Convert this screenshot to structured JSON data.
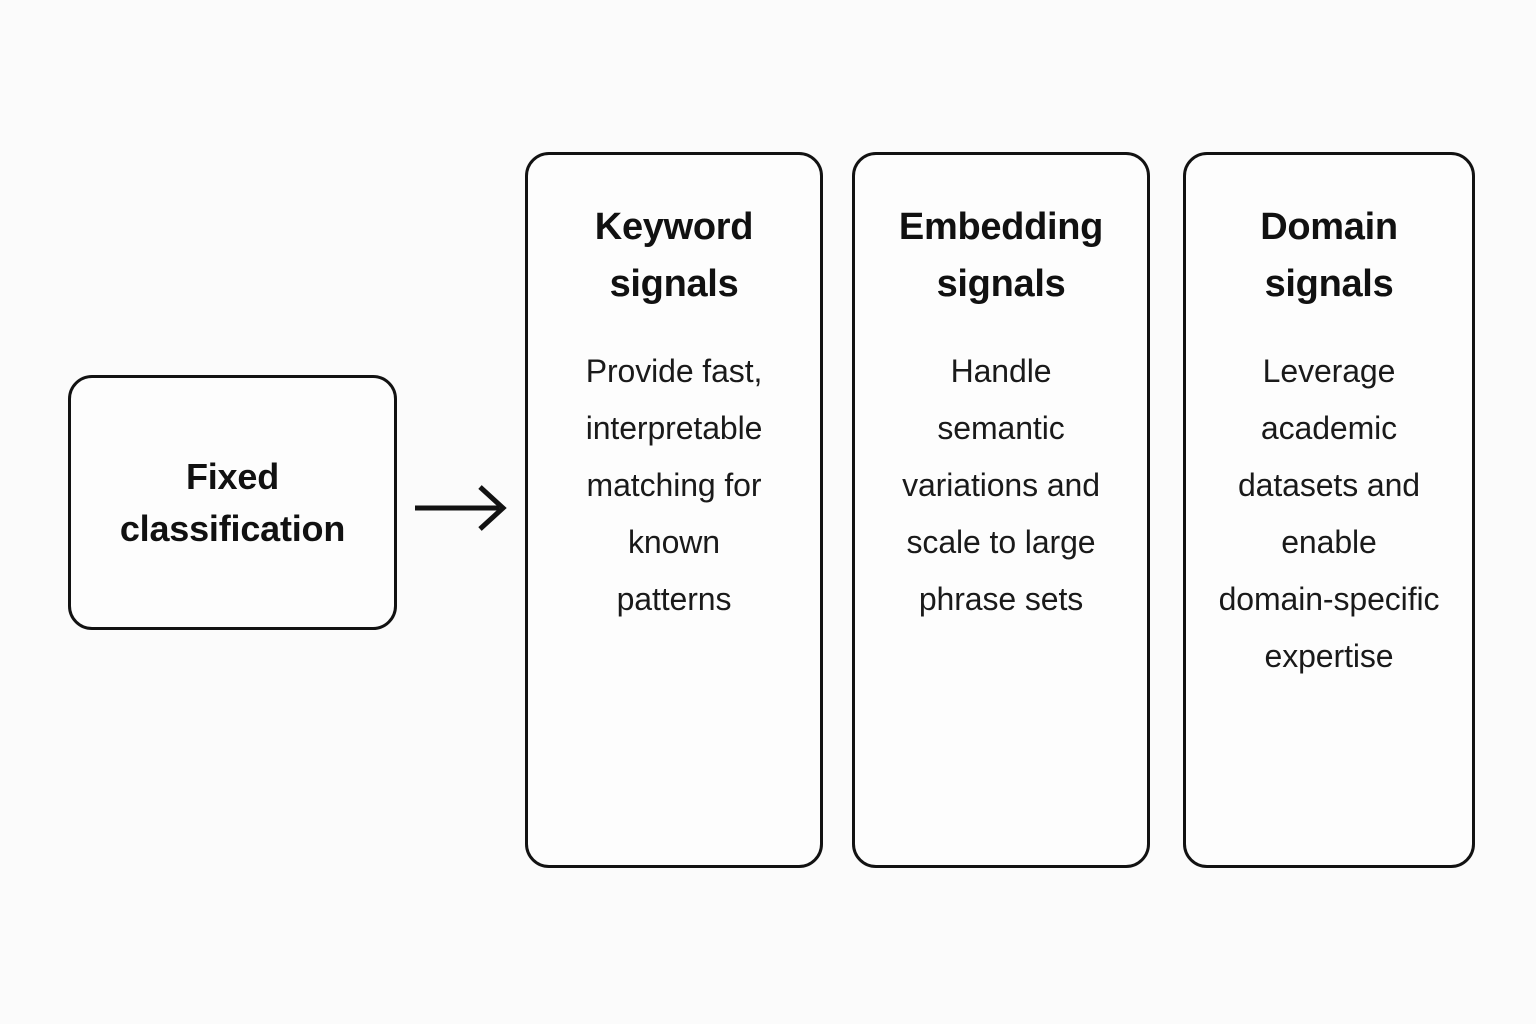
{
  "diagram": {
    "background_color": "#fbfbfb",
    "stroke_color": "#121212",
    "text_color": "#111111",
    "source": {
      "label": "Fixed\nclassification"
    },
    "connector": {
      "icon": "arrow-right-icon"
    },
    "cards": [
      {
        "id": "keyword-signals",
        "title": "Keyword\nsignals",
        "body": "Provide fast,\ninterpretable\nmatching for\nknown\npatterns"
      },
      {
        "id": "embedding-signals",
        "title": "Embedding\nsignals",
        "body": "Handle\nsemantic\nvariations and\nscale to large\nphrase sets"
      },
      {
        "id": "domain-signals",
        "title": "Domain\nsignals",
        "body": "Leverage\nacademic\ndatasets and\nenable\ndomain-specific\nexpertise"
      }
    ]
  }
}
